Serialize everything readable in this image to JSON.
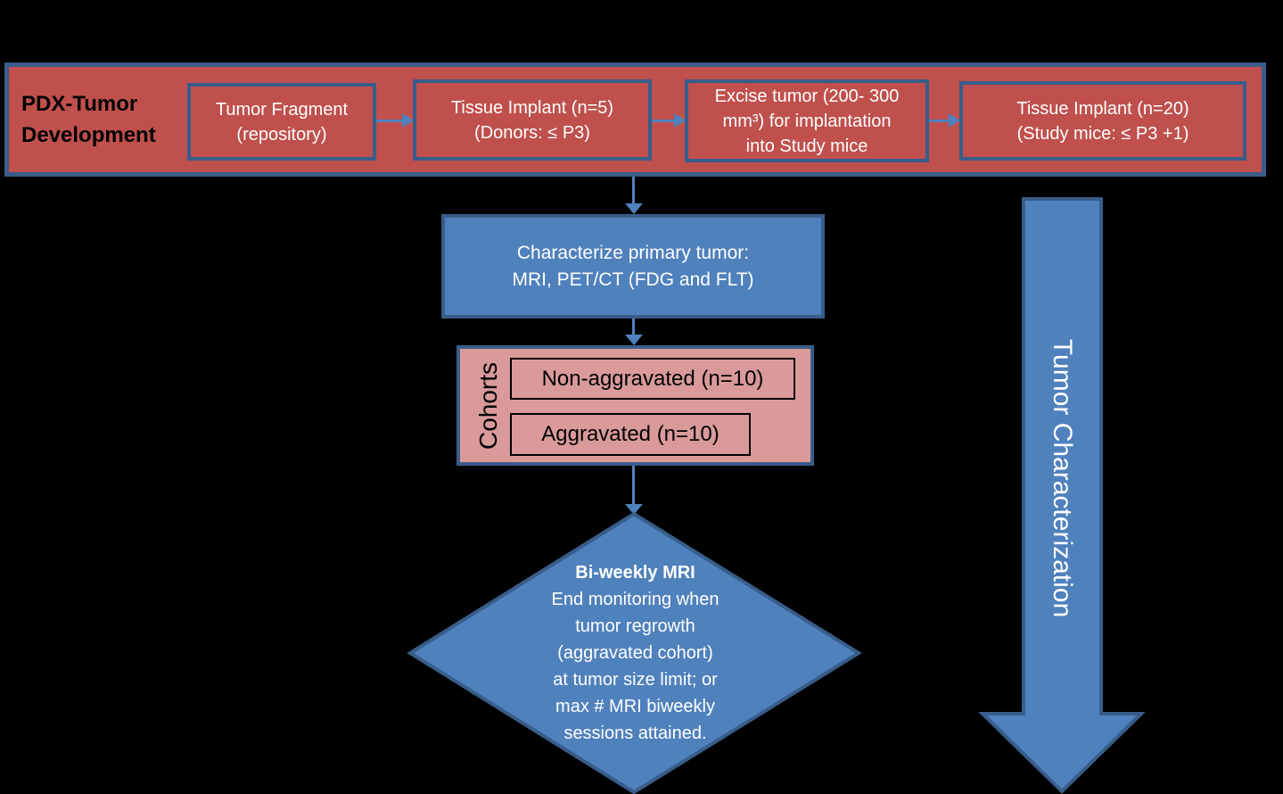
{
  "colors": {
    "background": "#000000",
    "red_fill": "#bf504d",
    "pink_fill": "#d99a99",
    "blue_fill": "#4f81bd",
    "border_blue": "#385d8a",
    "connector_blue": "#4f81bd",
    "cohort_border": "#000000"
  },
  "banner": {
    "title_lines": [
      "PDX-Tumor",
      "Development"
    ],
    "boxes": [
      {
        "lines": [
          "Tumor Fragment",
          "(repository)"
        ]
      },
      {
        "lines": [
          "Tissue Implant (n=5)",
          "(Donors: ≤ P3)"
        ]
      },
      {
        "lines": [
          "Excise tumor (200- 300",
          "mm³) for implantation",
          "into Study mice"
        ]
      },
      {
        "lines": [
          "Tissue Implant (n=20)",
          "(Study mice: ≤ P3 +1)"
        ]
      }
    ]
  },
  "characterize_box": {
    "lines": [
      "Characterize primary tumor:",
      "MRI, PET/CT (FDG and FLT)"
    ]
  },
  "cohorts": {
    "label": "Cohorts",
    "items": [
      "Non-aggravated (n=10)",
      "Aggravated (n=10)"
    ]
  },
  "decision_diamond": {
    "lines": [
      "Bi-weekly MRI",
      "End monitoring when",
      "tumor regrowth",
      "(aggravated cohort)",
      "at tumor size limit; or",
      "max # MRI biweekly",
      "sessions attained."
    ]
  },
  "side_arrow": {
    "label": "Tumor Characterization"
  }
}
